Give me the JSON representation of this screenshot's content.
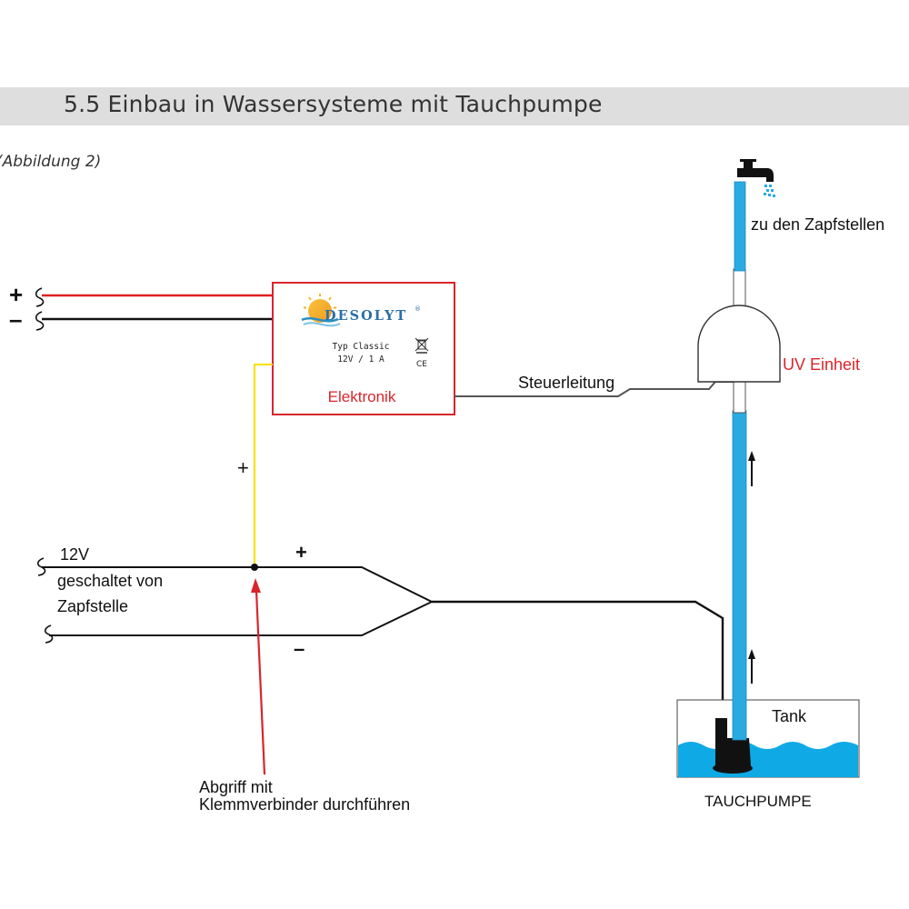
{
  "header": {
    "title": "5.5  Einbau in Wassersysteme mit Tauchpumpe"
  },
  "caption": "(Abbildung 2)",
  "controller": {
    "brand": "DESOLYT",
    "brand_mark": "®",
    "type_line": "Typ Classic",
    "spec_line": "12V / 1 A",
    "ce_mark": "CE",
    "label": "Elektronik"
  },
  "labels": {
    "plus": "+",
    "minus": "–",
    "supply_plus": "+",
    "supply_minus": "–",
    "yellow_plus": "+",
    "steuerleitung": "Steuerleitung",
    "to_taps": "zu den Zapfstellen",
    "uv_unit": "UV Einheit",
    "switched_12v": "12V",
    "switched_line2": "geschaltet von",
    "switched_line3": "Zapfstelle",
    "tap_line1": "Abgriff mit",
    "tap_line2": "Klemmverbinder durchführen",
    "tank": "Tank",
    "pump": "TAUCHPUMPE"
  },
  "colors": {
    "water_pipe": "#29abe2",
    "red_wire": "#e02020",
    "yellow_wire": "#f5e21a",
    "controller_border": "#d9252b",
    "red_label": "#d9252b",
    "header_bar": "#dedede"
  }
}
